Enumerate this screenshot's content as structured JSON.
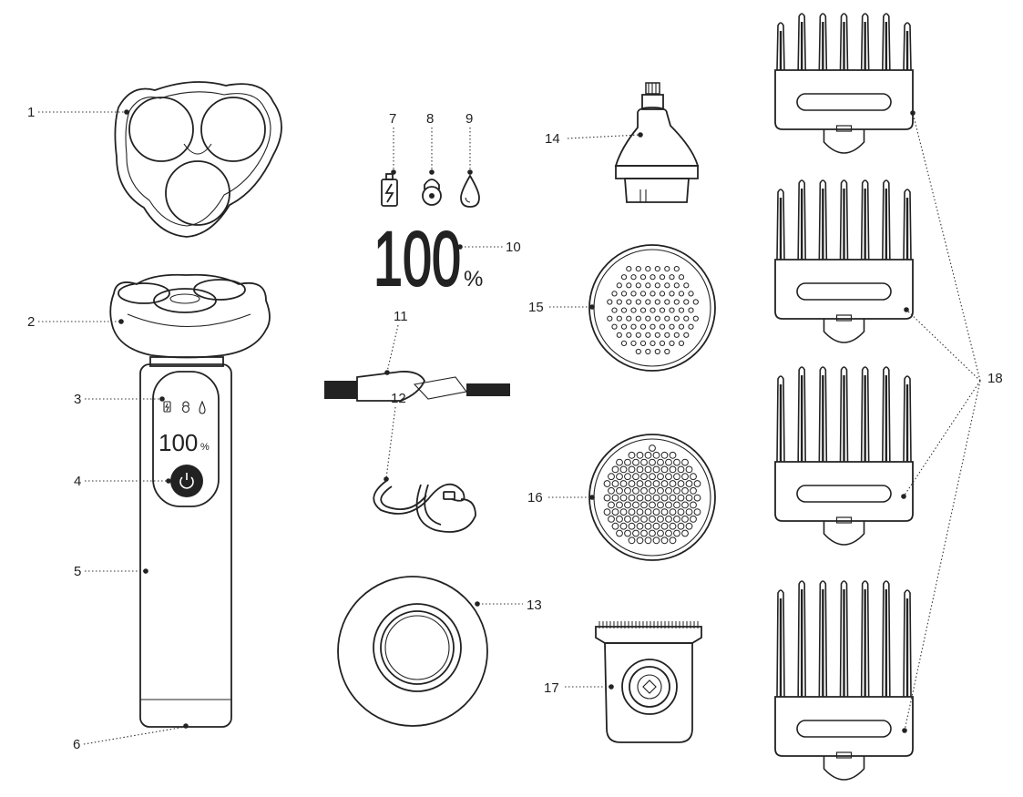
{
  "display": {
    "battery_reading": "100",
    "unit": "%"
  },
  "callouts": [
    "1",
    "2",
    "3",
    "4",
    "5",
    "6",
    "7",
    "8",
    "9",
    "10",
    "11",
    "12",
    "13",
    "14",
    "15",
    "16",
    "17",
    "18"
  ],
  "colors": {
    "ink": "#222222",
    "background": "#ffffff"
  },
  "icons": [
    "battery-icon",
    "lock-icon",
    "water-drop-icon",
    "power-icon"
  ]
}
